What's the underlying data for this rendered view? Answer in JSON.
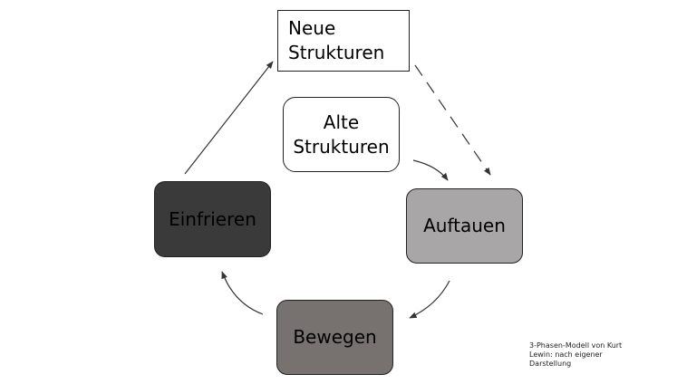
{
  "nodes": {
    "neue_strukturen": {
      "line1": "Neue",
      "line2": "Strukturen"
    },
    "alte_strukturen": {
      "line1": "Alte",
      "line2": "Strukturen"
    },
    "einfrieren": {
      "label": "Einfrieren"
    },
    "auftauen": {
      "label": "Auftauen"
    },
    "bewegen": {
      "label": "Bewegen"
    }
  },
  "caption": {
    "line1": "3-Phasen-Modell von Kurt",
    "line2": "Lewin: nach eigener",
    "line3": "Darstellung"
  },
  "colors": {
    "einfrieren_fill": "#3b3a3b",
    "auftauen_fill": "#a8a6a6",
    "bewegen_fill": "#77716f",
    "arrow": "#333333"
  }
}
